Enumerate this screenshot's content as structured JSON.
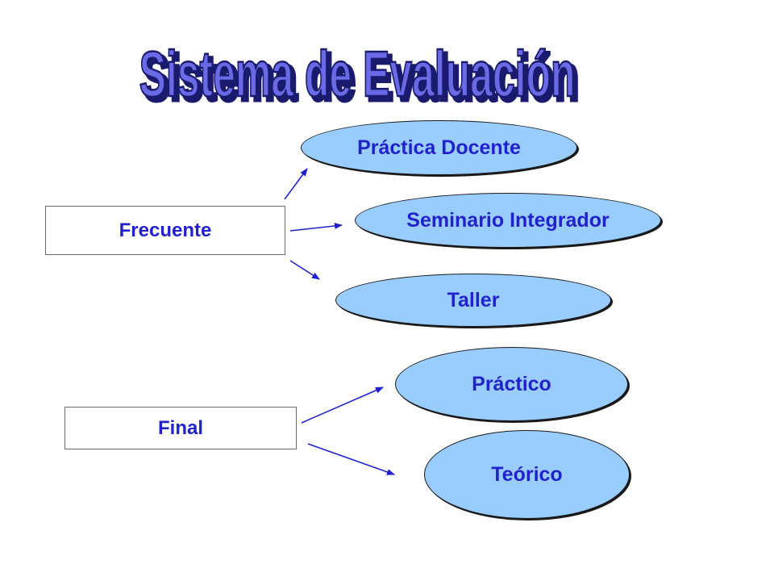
{
  "title": "Sistema de Evaluación",
  "colors": {
    "text": "#2222cc",
    "ellipse_fill": "#99ccff",
    "title_fill": "#6a6ae6",
    "title_shadow": "#1b1b6e",
    "arrow": "#1f1fcc"
  },
  "groups": {
    "frecuente": {
      "label": "Frecuente",
      "items": [
        "Práctica Docente",
        "Seminario Integrador",
        "Taller"
      ]
    },
    "final": {
      "label": "Final",
      "items": [
        "Práctico",
        "Teórico"
      ]
    }
  }
}
